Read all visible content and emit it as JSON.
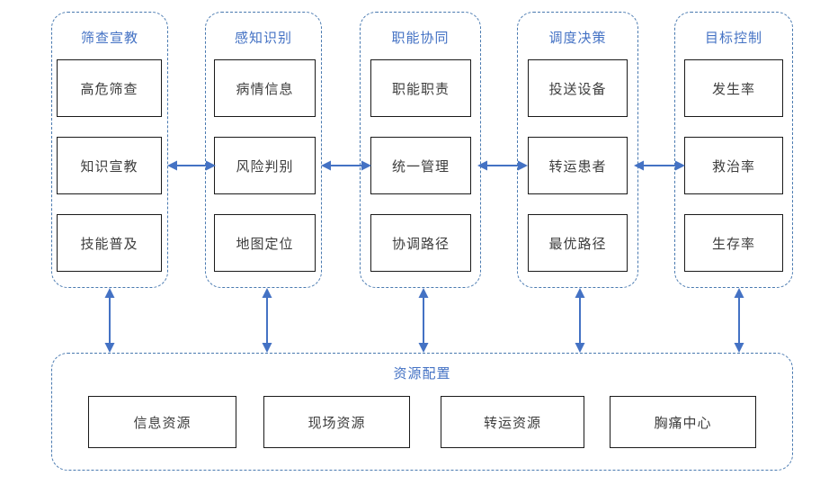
{
  "diagram": {
    "title": "",
    "accent_color": "#4472c4",
    "dash_color": "#4a7ab0",
    "box_border_color": "#1a1a1a",
    "box_text_color": "#3d3d3d",
    "arrow_color": "#4472c4",
    "columns": [
      {
        "id": "screening-education",
        "title": "筛查宣教",
        "nodes": [
          "高危筛查",
          "知识宣教",
          "技能普及"
        ]
      },
      {
        "id": "perception-recognition",
        "title": "感知识别",
        "nodes": [
          "病情信息",
          "风险判别",
          "地图定位"
        ]
      },
      {
        "id": "functional-coordination",
        "title": "职能协同",
        "nodes": [
          "职能职责",
          "统一管理",
          "协调路径"
        ]
      },
      {
        "id": "dispatch-decision",
        "title": "调度决策",
        "nodes": [
          "投送设备",
          "转运患者",
          "最优路径"
        ]
      },
      {
        "id": "target-control",
        "title": "目标控制",
        "nodes": [
          "发生率",
          "救治率",
          "生存率"
        ]
      }
    ],
    "bottom_panel": {
      "id": "resource-allocation",
      "title": "资源配置",
      "nodes": [
        "信息资源",
        "现场资源",
        "转运资源",
        "胸痛中心"
      ]
    },
    "horizontal_arrows": [
      {
        "id": "arrow-col1-col2",
        "type": "double-headed-horizontal"
      },
      {
        "id": "arrow-col2-col3",
        "type": "double-headed-horizontal"
      },
      {
        "id": "arrow-col3-col4",
        "type": "double-headed-horizontal"
      },
      {
        "id": "arrow-col4-col5",
        "type": "double-headed-horizontal"
      }
    ],
    "vertical_arrows": [
      {
        "id": "arrow-col1-panel",
        "type": "double-headed-vertical"
      },
      {
        "id": "arrow-col2-panel",
        "type": "double-headed-vertical"
      },
      {
        "id": "arrow-col3-panel",
        "type": "double-headed-vertical"
      },
      {
        "id": "arrow-col4-panel",
        "type": "double-headed-vertical"
      },
      {
        "id": "arrow-col5-panel",
        "type": "double-headed-vertical"
      }
    ]
  }
}
